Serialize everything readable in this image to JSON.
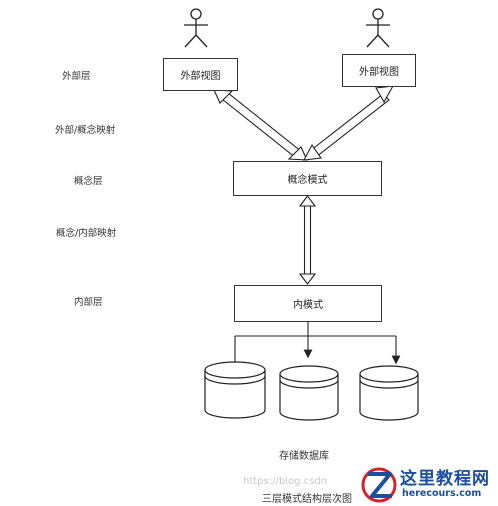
{
  "layers": {
    "external": "外部层",
    "external_conceptual_mapping": "外部/概念映射",
    "conceptual": "概念层",
    "conceptual_internal_mapping": "概念/内部映射",
    "internal": "内部层"
  },
  "boxes": {
    "external_view_left": "外部视图",
    "external_view_right": "外部视图",
    "conceptual_schema": "概念模式",
    "internal_schema": "内模式"
  },
  "captions": {
    "storage_database": "存储数据库",
    "figure_title": "三层模式结构层次图"
  },
  "watermark": {
    "text": "https://blog.csdn",
    "logo_name": "这里教程网",
    "logo_url": "herecours.com",
    "brand_color": "#1b4f9c",
    "accent_color": "#d0232a"
  }
}
